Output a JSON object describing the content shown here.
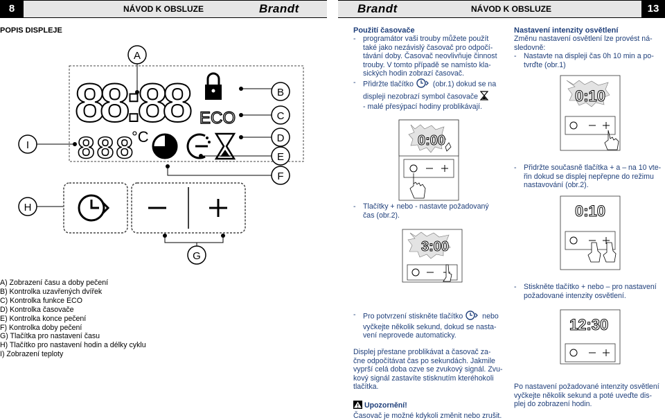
{
  "header": {
    "left_page": "8",
    "right_page": "13",
    "title_left": "NÁVOD K OBSLUZE",
    "title_right": "NÁVOD K OBSLUZE",
    "brand": "Brandt"
  },
  "left": {
    "section_title": "POPIS DISPLEJE",
    "display_digits": "88:88",
    "temp_digits": "888",
    "temp_unit": "°C",
    "eco": "ECO",
    "callouts": {
      "A": "A",
      "B": "B",
      "C": "C",
      "D": "D",
      "E": "E",
      "F": "F",
      "G": "G",
      "H": "H",
      "I": "I"
    },
    "legend": [
      "A) Zobrazení času a doby pečení",
      "B) Kontrolka uzavřených dvířek",
      "C) Kontrolka funkce ECO",
      "D) Kontrolka časovače",
      "E) Kontrolka konce pečení",
      "F) Kontrolka doby pečení",
      "G) Tlačítka pro nastavení času",
      "H) Tlačítko pro nastavení hodin a délky cyklu",
      "I)  Zobrazení teploty"
    ]
  },
  "middle": {
    "title": "Použití časovače",
    "p1_lines": [
      "programátor vaši trouby můžete použít",
      "také jako nezávislý časovač pro odpočí-",
      "távání doby. Časovač neovlivňuje činnost",
      "trouby. V tomto případě se namísto kla-",
      "sických hodin zobrazí časovač."
    ],
    "p2_a": "Přidržte tlačítko",
    "p2_b": "(obr.1) dokud se na",
    "p2_c": "displeji nezobrazí symbol časovače",
    "p2_d": "- malé přesýpací hodiny problikávají.",
    "fig1_display": "0:00",
    "p3_lines": [
      "Tlačítky + nebo - nastavte požadovaný",
      "čas (obr.2)."
    ],
    "fig2_display": "3:00",
    "p4_a": "Pro potvrzení stiskněte tlačítko",
    "p4_b": "nebo",
    "p4_lines": [
      "vyčkejte několik sekund, dokud se nasta-",
      "vení neprovede automaticky."
    ],
    "p5_lines": [
      "Displej přestane problikávat a časovač za-",
      "čne odpočítávat čas po sekundách. Jakmile",
      "vyprší celá doba ozve se zvukový signál. Zvu-",
      "kový signál zastavíte stisknutím kteréhokoli",
      "tlačítka."
    ],
    "warning_title": "Upozornění!",
    "warning_text": "Časovač je možné kdykoli změnit nebo zrušit."
  },
  "right": {
    "title": "Nastavení intenzity osvětlení",
    "p1_lines": [
      "Změnu nastavení osvětlení lze provést ná-",
      "sledovně:"
    ],
    "p2_lines": [
      "Nastavte na displeji čas 0h 10 min a po-",
      "tvrďte (obr.1)"
    ],
    "fig1_display": "0:10",
    "p3_lines": [
      "Přidržte současně tlačítka + a – na 10 vte-",
      "řin dokud se displej nepřepne do režimu",
      "nastavování (obr.2)."
    ],
    "fig2_display": "0:10",
    "p4_lines": [
      "Stiskněte tlačítko + nebo – pro nastavení",
      "požadované intenzity osvětlení."
    ],
    "fig3_display": "12:30",
    "p5_lines": [
      "Po nastavení požadované intenzity osvětlení",
      "vyčkejte několik sekund a poté uveďte dis-",
      "plej do zobrazení hodin."
    ]
  },
  "buttons": {
    "minus": "−",
    "plus": "+"
  }
}
